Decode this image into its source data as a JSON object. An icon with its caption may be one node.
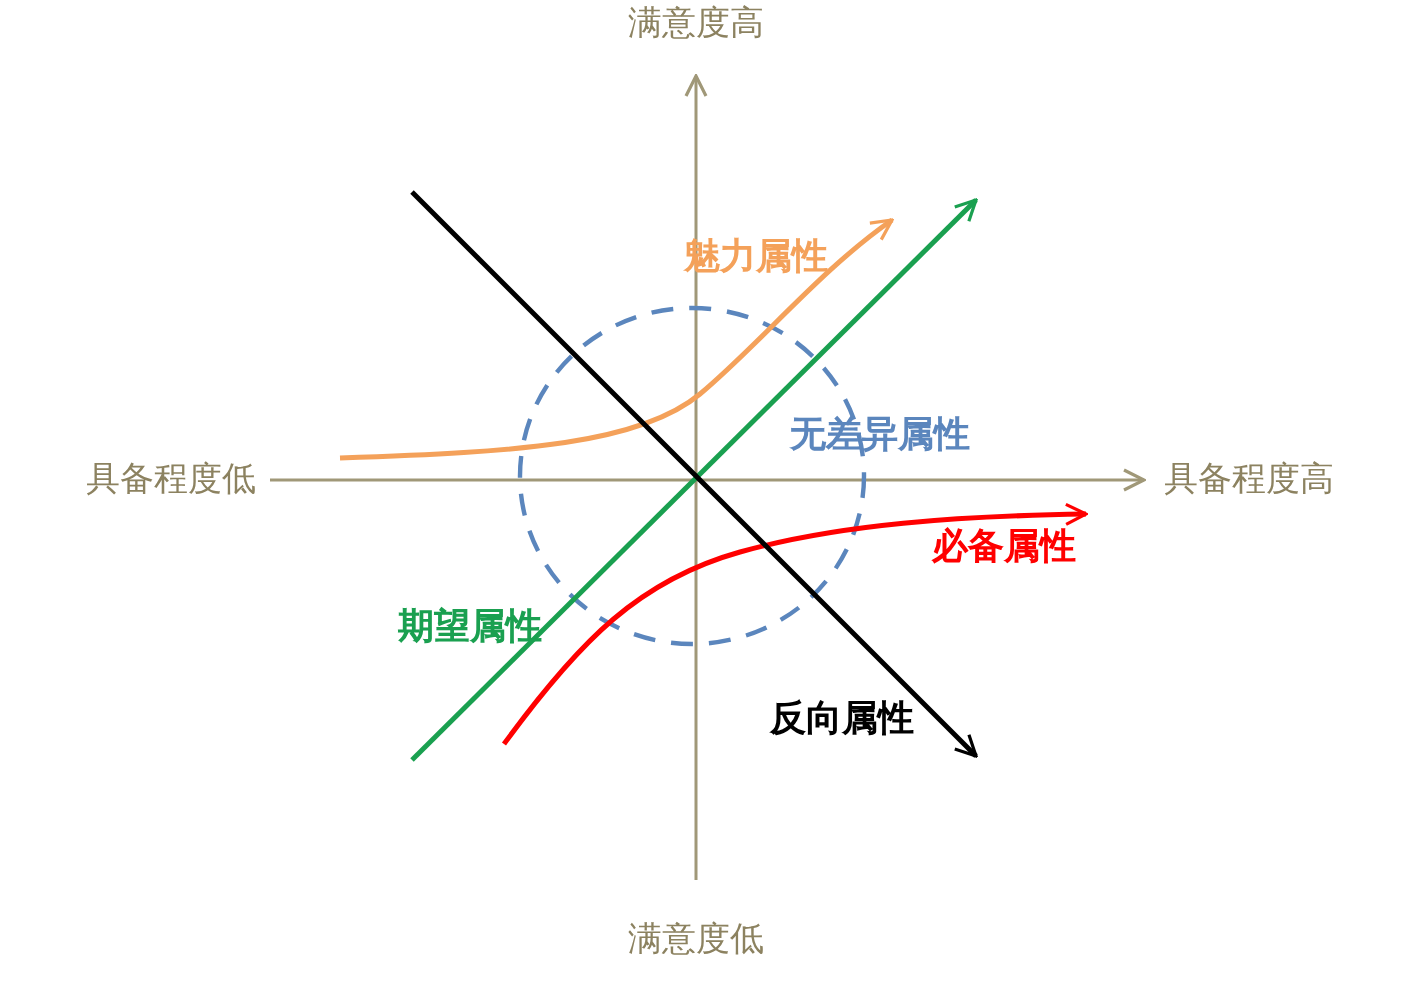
{
  "diagram": {
    "nodes": [
      {
        "text": [],
        "shape": "circle"
      }
    ],
    "labels": [
      "满意度高",
      "魅力属性",
      "无差异属性",
      "具备程度低",
      "具备程度高",
      "必备属性",
      "期望属性",
      "反向属性",
      "满意度低"
    ]
  }
}
